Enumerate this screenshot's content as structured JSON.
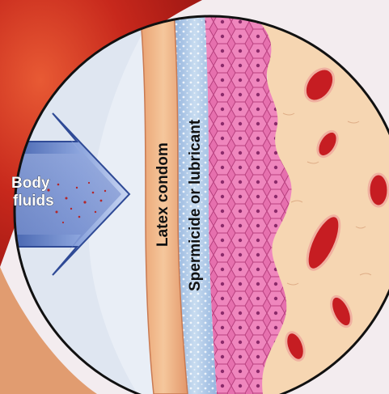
{
  "labels": {
    "body_fluids_line1": "Body",
    "body_fluids_line2": "fluids",
    "latex_condom": "Latex condom",
    "spermicide": "Spermicide or lubricant"
  },
  "colors": {
    "background_red": "#c7281c",
    "condom_peach": "#f2b98a",
    "spermicide_blue": "#a9c6e6",
    "tissue_pink": "#e06aa8",
    "dermis_cream": "#f7d7b3",
    "vessel_red": "#c61d22",
    "arrow_blue": "#5f79c2"
  }
}
